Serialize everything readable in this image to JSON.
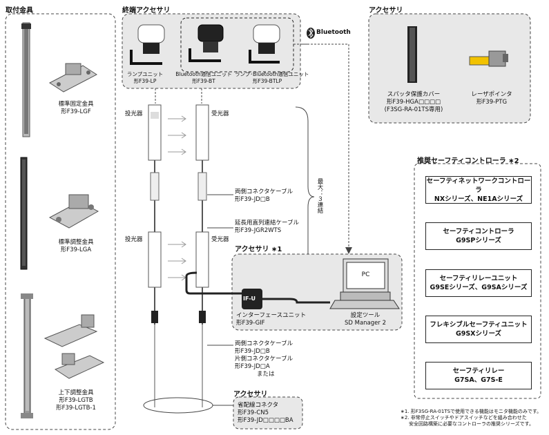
{
  "sections": {
    "mounting_brackets": "取付金具",
    "terminal_accessory": "終端アクセサリ",
    "accessory_top": "アクセサリ",
    "recommended_controllers": "推奨セーフティコントローラ ∗2",
    "accessory_mid": "アクセサリ ∗1",
    "accessory_bottom": "アクセサリ"
  },
  "brackets": [
    {
      "name": "標準固定金具",
      "model": "形F39-LGF"
    },
    {
      "name": "標準調整金具",
      "model": "形F39-LGA"
    },
    {
      "name": "上下調整金具",
      "model": "形F39-LGTB",
      "model2": "形F39-LGTB-1"
    }
  ],
  "terminal_units": [
    {
      "name": "ランプユニット",
      "model": "形F39-LP"
    },
    {
      "name": "Bluetooth通信ユニット",
      "model": "形F39-BT"
    },
    {
      "name": "ランプ･Bluetooth通信ユニット",
      "model": "形F39-BTLP"
    }
  ],
  "bluetooth_logo": "Bluetooth",
  "accessories_top": [
    {
      "name": "スパッタ保護カバー",
      "model": "形F39-HGA□□□□",
      "note": "(F3SG-RA-01TS専用)"
    },
    {
      "name": "レーザポインタ",
      "model": "形F39-PTG"
    }
  ],
  "sensor_labels": {
    "emitter": "投光器",
    "receiver": "受光器"
  },
  "cables": {
    "double_ended": "両側コネクタケーブル",
    "double_model": "形F39-JD□B",
    "extension": "延長用直列連結ケーブル",
    "extension_model": "形F39-JGR2WTS",
    "double_ended2": "両側コネクタケーブル",
    "double_model2": "形F39-JD□B",
    "single_ended": "片側コネクタケーブル",
    "single_model": "形F39-JD□A",
    "or": "または"
  },
  "max_label": "最大：３連結",
  "interface": {
    "badge": "IF-U",
    "name": "インターフェースユニット",
    "model": "形F39-GIF"
  },
  "tool": {
    "screen": "PC",
    "name": "設定ツール",
    "model": "SD Manager 2"
  },
  "bottom_accessory": {
    "name": "省配線コネクタ",
    "model1": "形F39-CN5",
    "model2": "形F39-JD□□□□BA"
  },
  "controllers": [
    {
      "line1": "セーフティネットワークコントローラ",
      "line2": "NXシリーズ、NE1Aシリーズ"
    },
    {
      "line1": "セーフティコントローラ",
      "line2": "G9SPシリーズ"
    },
    {
      "line1": "セーフティリレーユニット",
      "line2": "G9SEシリーズ、G9SAシリーズ"
    },
    {
      "line1": "フレキシブルセーフティユニット",
      "line2": "G9SXシリーズ"
    },
    {
      "line1": "セーフティリレー",
      "line2": "G7SA、G7S-E"
    }
  ],
  "footnotes": [
    "∗1. 形F3SG-RA-01TSで使用できる機能はモニタ機能のみです。",
    "∗2. 非常停止スイッチやドアスイッチなどを組み合わせた",
    "安全回路構築に必要なコントローラの推奨シリーズです。"
  ]
}
